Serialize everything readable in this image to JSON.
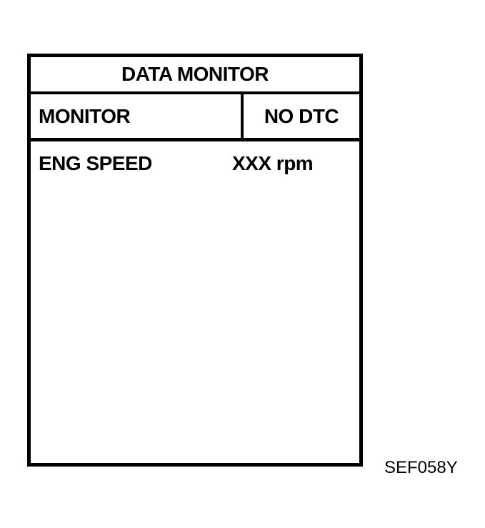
{
  "figure": {
    "code": "SEF058Y"
  },
  "screen": {
    "title": "DATA MONITOR",
    "status_row": {
      "left": "MONITOR",
      "right": "NO DTC"
    },
    "readings": [
      {
        "label": "ENG SPEED",
        "value": "XXX rpm"
      }
    ]
  },
  "colors": {
    "ink": "#000000",
    "background": "#ffffff"
  }
}
